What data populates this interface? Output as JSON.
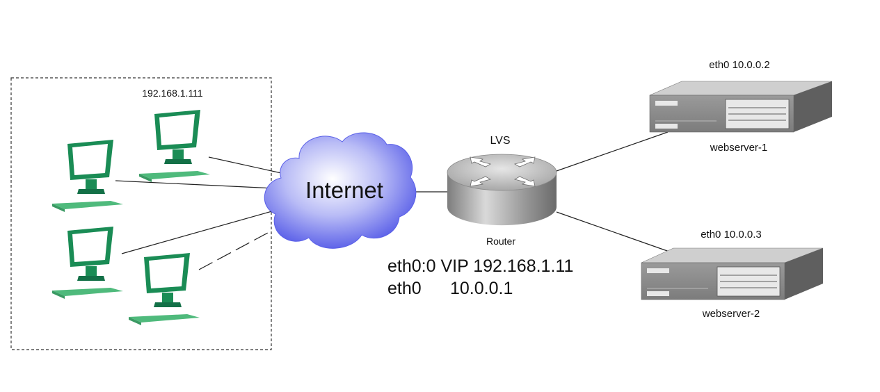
{
  "clients": {
    "ip_label": "192.168.1.111",
    "monitor_color": "#1a8c55",
    "keyboard_color": "#4fba7c"
  },
  "internet": {
    "label": "Internet",
    "cloud_color": "#6f75ee"
  },
  "router": {
    "title": "LVS",
    "label": "Router",
    "vip_line": "eth0:0 VIP 192.168.1.11",
    "eth_if": "eth0",
    "eth_ip": "10.0.0.1"
  },
  "servers": [
    {
      "if_label": "eth0  10.0.0.2",
      "name": "webserver-1"
    },
    {
      "if_label": "eth0 10.0.0.3",
      "name": "webserver-2"
    }
  ]
}
